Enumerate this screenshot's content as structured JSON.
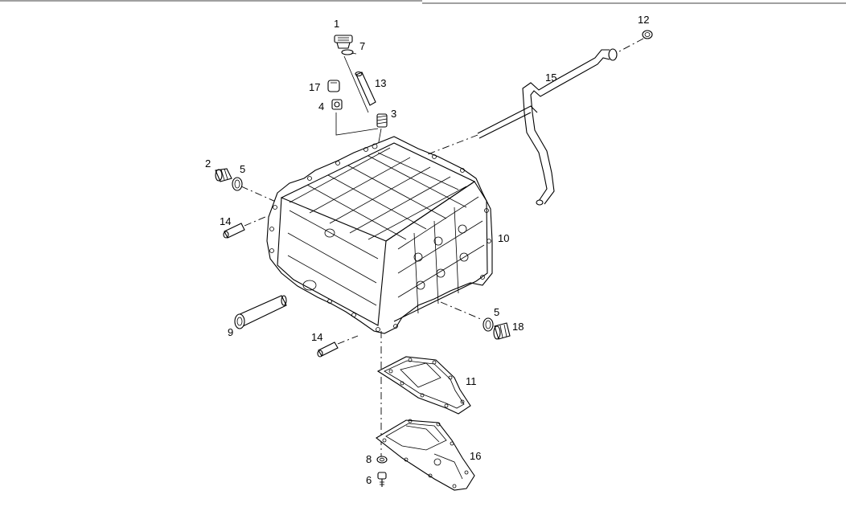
{
  "diagram": {
    "callouts": [
      "1",
      "7",
      "13",
      "17",
      "4",
      "3",
      "2",
      "5",
      "14",
      "9",
      "14",
      "12",
      "15",
      "10",
      "5",
      "18",
      "11",
      "8",
      "6",
      "16"
    ]
  }
}
